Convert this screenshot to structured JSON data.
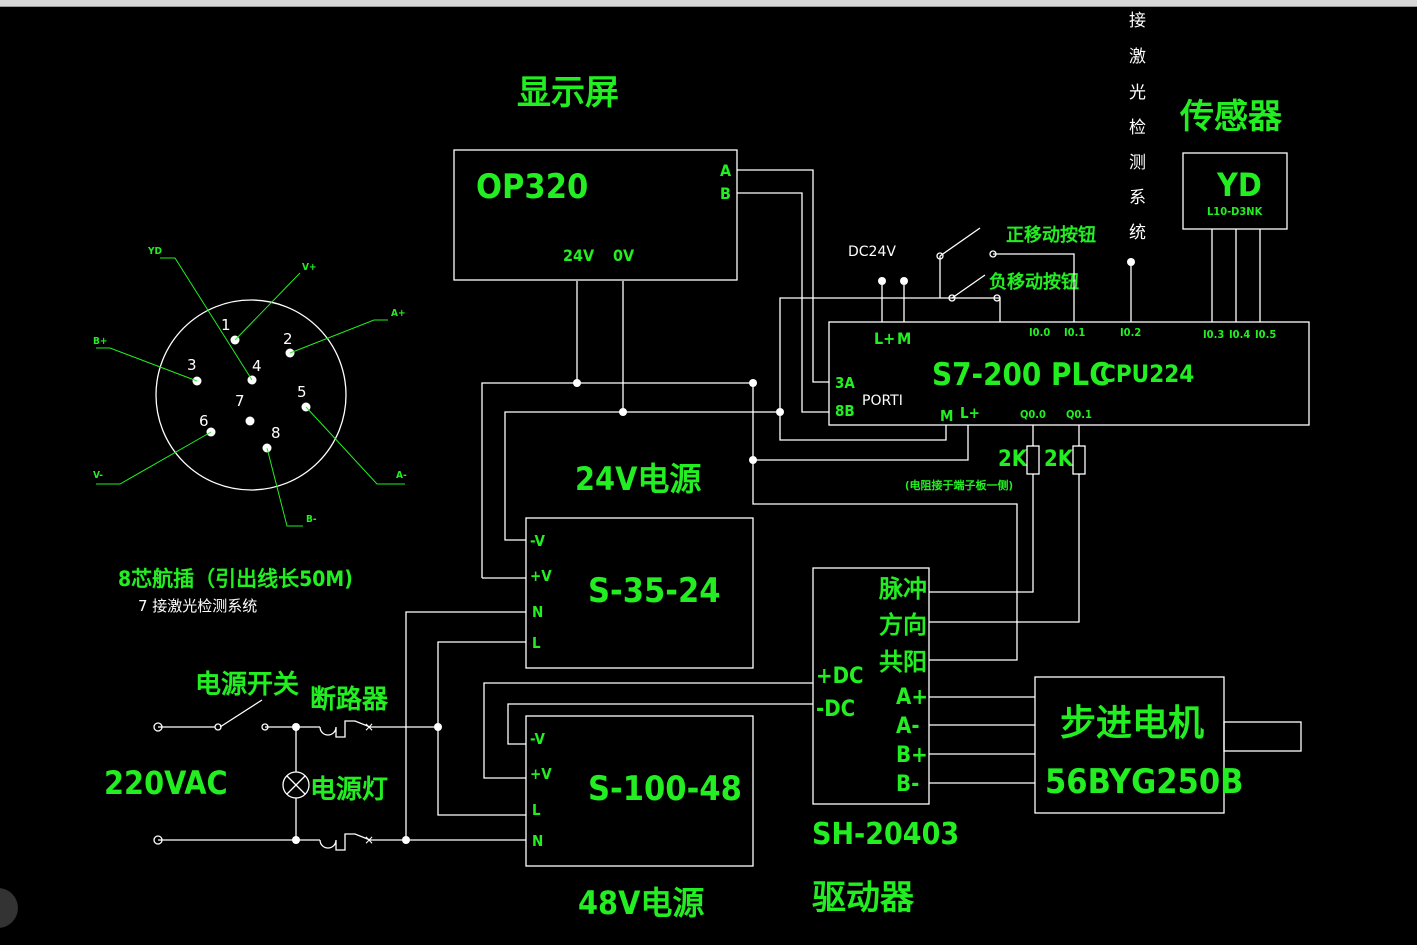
{
  "titles": {
    "display": "显示屏",
    "sensor": "传感器",
    "psu24": "24V电源",
    "psu48": "48V电源",
    "connector": "8芯航插（引出线长50M)",
    "connector_note": "7 接激光检测系统",
    "driver_model": "SH-20403",
    "driver": "驱动器"
  },
  "laser_text": [
    "接",
    "激",
    "光",
    "检",
    "测",
    "系",
    "统"
  ],
  "op320": {
    "name": "OP320",
    "a": "A",
    "b": "B",
    "v24": "24V",
    "v0": "0V"
  },
  "yd": {
    "name": "YD",
    "model": "L10-D3NK"
  },
  "plc": {
    "name": "S7-200 PLC",
    "cpu": "CPU224",
    "lplus_top": "L+",
    "m_top": "M",
    "i00": "I0.0",
    "i01": "I0.1",
    "i02": "I0.2",
    "i03": "I0.3",
    "i04": "I0.4",
    "i05": "I0.5",
    "p3a": "3A",
    "p8b": "8B",
    "port": "PORTI",
    "m_bot": "M",
    "lplus_bot": "L+",
    "q00": "Q0.0",
    "q01": "Q0.1"
  },
  "dc24v": "DC24V",
  "pos_button": "正移动按钮",
  "neg_button": "负移动按钮",
  "resistor": {
    "r1": "2K",
    "r2": "2K",
    "note": "(电阻接于端子板一侧)"
  },
  "psu24_box": {
    "model": "S-35-24",
    "mv": "-V",
    "pv": "+V",
    "n": "N",
    "l": "L"
  },
  "psu48_box": {
    "model": "S-100-48",
    "mv": "-V",
    "pv": "+V",
    "l": "L",
    "n": "N"
  },
  "driver_box": {
    "pulse": "脉冲",
    "dir": "方向",
    "com": "共阳",
    "pdc": "+DC",
    "mdc": "-DC",
    "ap": "A+",
    "am": "A-",
    "bp": "B+",
    "bm": "B-"
  },
  "motor": {
    "name": "步进电机",
    "model": "56BYG250B"
  },
  "mains": {
    "switch": "电源开关",
    "breaker": "断路器",
    "voltage": "220VAC",
    "lamp": "电源灯"
  },
  "connector_pins": {
    "yd": "YD",
    "vp": "V+",
    "ap": "A+",
    "bp": "B+",
    "vm": "V-",
    "am": "A-",
    "bm": "B-",
    "n1": "1",
    "n2": "2",
    "n3": "3",
    "n4": "4",
    "n5": "5",
    "n6": "6",
    "n7": "7",
    "n8": "8"
  }
}
